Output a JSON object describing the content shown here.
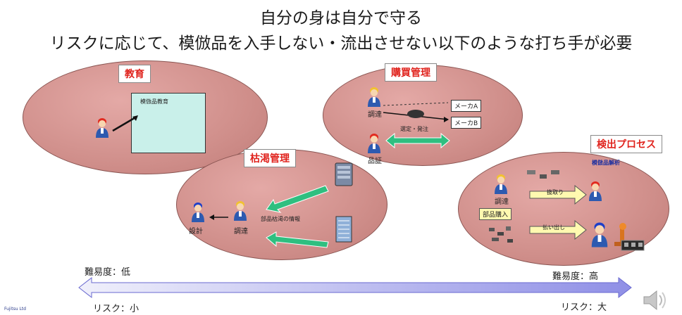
{
  "title": {
    "line1": "自分の身は自分で守る",
    "line2": "リスクに応じて、模倣品を入手しない・流出させない以下のような打ち手が必要"
  },
  "education": {
    "label": "教育",
    "board_text": "模倣品教育"
  },
  "purchasing": {
    "label": "購買管理",
    "maker_a": "メーカA",
    "maker_b": "メーカB",
    "role_buyer": "調達",
    "role_qa": "品証",
    "action": "選定・発注"
  },
  "eol": {
    "label": "枯渇管理",
    "role_design": "設計",
    "role_buyer": "調達",
    "info_text": "部品枯渇の情報"
  },
  "detection": {
    "label": "検出プロセス",
    "sublabel": "模倣品解析",
    "role_buyer": "調達",
    "parts_purchase": "部品購入",
    "step1": "抜取り",
    "step2": "払い出し"
  },
  "scale": {
    "difficulty_low": "難易度：低",
    "difficulty_high": "難易度：高",
    "risk_low": "リスク：小",
    "risk_high": "リスク：大"
  },
  "footer_logo": "Fujitsu Ltd",
  "colors": {
    "ellipse_fill": "#d08f8b",
    "label_red": "#e0231d",
    "green_arrow": "#2fbf80",
    "scale_arrow": "#a8a8ee"
  }
}
